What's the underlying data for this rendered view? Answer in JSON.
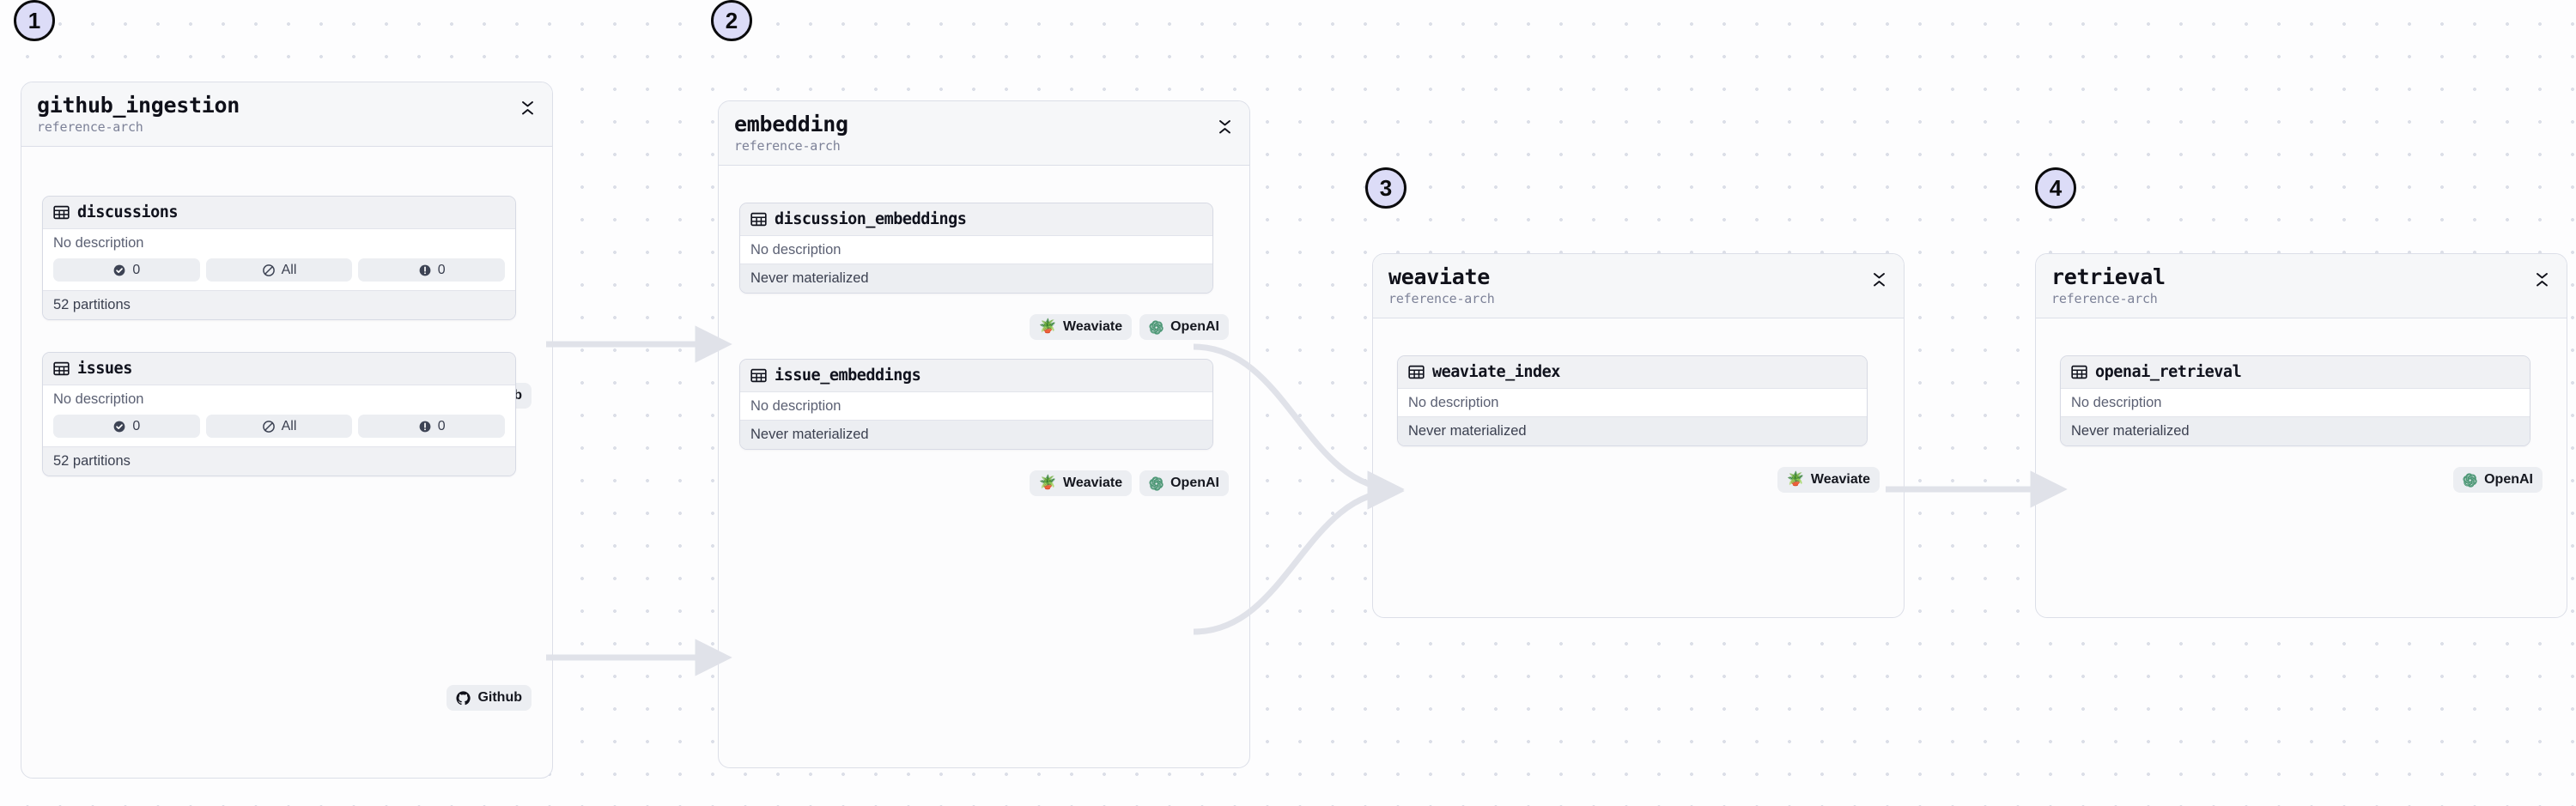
{
  "canvas": {
    "background": "#fdfdfe",
    "dot_color": "#dcdfe8",
    "edge_color": "#e0e2e9",
    "accent_badge_fill": "#dcdcf7",
    "accent_badge_border": "#0b0b0d"
  },
  "steps": [
    {
      "label": "1"
    },
    {
      "label": "2"
    },
    {
      "label": "3"
    },
    {
      "label": "4"
    }
  ],
  "groups": [
    {
      "id": "github_ingestion",
      "title": "github_ingestion",
      "subtitle": "reference-arch",
      "collapse_icon": "collapse-chevrons-icon"
    },
    {
      "id": "embedding",
      "title": "embedding",
      "subtitle": "reference-arch",
      "collapse_icon": "collapse-chevrons-icon"
    },
    {
      "id": "weaviate",
      "title": "weaviate",
      "subtitle": "reference-arch",
      "collapse_icon": "collapse-chevrons-icon"
    },
    {
      "id": "retrieval",
      "title": "retrieval",
      "subtitle": "reference-arch",
      "collapse_icon": "collapse-chevrons-icon"
    }
  ],
  "assets": {
    "discussions": {
      "name": "discussions",
      "icon": "table-icon",
      "description": "No description",
      "partitions": "52 partitions",
      "chips": [
        {
          "icon": "check-circle-icon",
          "label": "0"
        },
        {
          "icon": "slash-circle-icon",
          "label": "All"
        },
        {
          "icon": "exclamation-circle-icon",
          "label": "0"
        }
      ],
      "tags": [
        {
          "icon": "github-icon",
          "label": "Github"
        }
      ]
    },
    "issues": {
      "name": "issues",
      "icon": "table-icon",
      "description": "No description",
      "partitions": "52 partitions",
      "chips": [
        {
          "icon": "check-circle-icon",
          "label": "0"
        },
        {
          "icon": "slash-circle-icon",
          "label": "All"
        },
        {
          "icon": "exclamation-circle-icon",
          "label": "0"
        }
      ],
      "tags": [
        {
          "icon": "github-icon",
          "label": "Github"
        }
      ]
    },
    "discussion_embeddings": {
      "name": "discussion_embeddings",
      "icon": "table-icon",
      "description": "No description",
      "status": "Never materialized",
      "tags": [
        {
          "icon": "weaviate-icon",
          "label": "Weaviate"
        },
        {
          "icon": "openai-icon",
          "label": "OpenAI"
        }
      ]
    },
    "issue_embeddings": {
      "name": "issue_embeddings",
      "icon": "table-icon",
      "description": "No description",
      "status": "Never materialized",
      "tags": [
        {
          "icon": "weaviate-icon",
          "label": "Weaviate"
        },
        {
          "icon": "openai-icon",
          "label": "OpenAI"
        }
      ]
    },
    "weaviate_index": {
      "name": "weaviate_index",
      "icon": "table-icon",
      "description": "No description",
      "status": "Never materialized",
      "tags": [
        {
          "icon": "weaviate-icon",
          "label": "Weaviate"
        }
      ]
    },
    "openai_retrieval": {
      "name": "openai_retrieval",
      "icon": "table-icon",
      "description": "No description",
      "status": "Never materialized",
      "tags": [
        {
          "icon": "openai-icon",
          "label": "OpenAI"
        }
      ]
    }
  }
}
